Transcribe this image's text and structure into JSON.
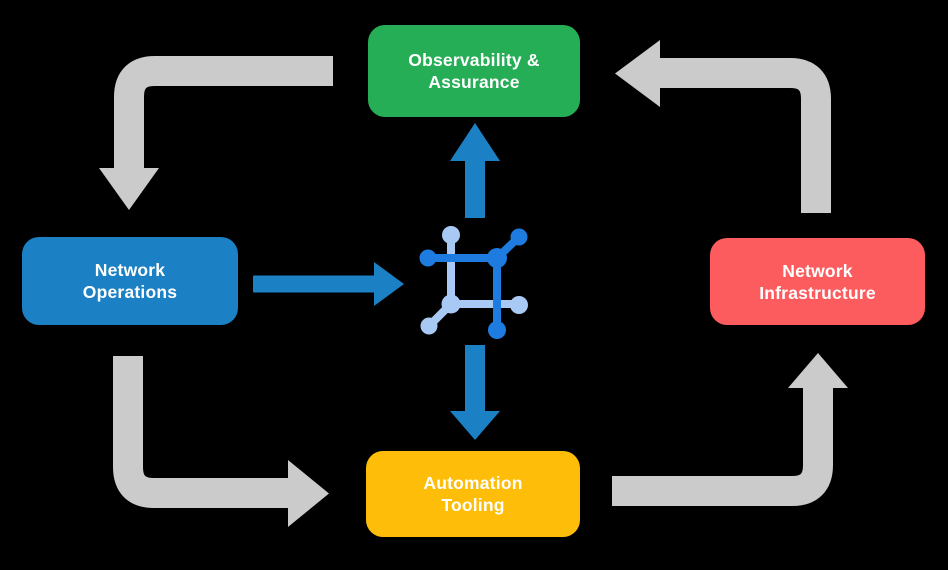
{
  "diagram_title": "Network automation lifecycle diagram",
  "colors": {
    "background": "#000000",
    "green": "#25ae56",
    "blue": "#1b80c4",
    "red": "#fc5c5e",
    "yellow": "#fdbd08",
    "gray": "#cbcbcb",
    "arrow_blue": "#1b80c4",
    "icon_dark": "#1e7ce0",
    "icon_light": "#a9c9f5",
    "text": "#ffffff"
  },
  "boxes": {
    "observability": {
      "line1": "Observability &",
      "line2": "Assurance"
    },
    "operations": {
      "line1": "Network",
      "line2": "Operations"
    },
    "infrastructure": {
      "line1": "Network",
      "line2": "Infrastructure"
    },
    "tooling": {
      "line1": "Automation",
      "line2": "Tooling"
    }
  },
  "center_icon": "network-automation-icon",
  "edges": [
    {
      "from": "observability-assurance",
      "to": "network-operations",
      "style": "gray-elbow"
    },
    {
      "from": "network-operations",
      "to": "automation-tooling",
      "style": "gray-elbow"
    },
    {
      "from": "automation-tooling",
      "to": "network-infrastructure",
      "style": "gray-elbow"
    },
    {
      "from": "network-infrastructure",
      "to": "observability-assurance",
      "style": "gray-elbow"
    },
    {
      "from": "network-operations",
      "to": "center-icon",
      "style": "blue-straight"
    },
    {
      "from": "center-icon",
      "to": "observability-assurance",
      "style": "blue-straight"
    },
    {
      "from": "center-icon",
      "to": "automation-tooling",
      "style": "blue-straight"
    }
  ]
}
